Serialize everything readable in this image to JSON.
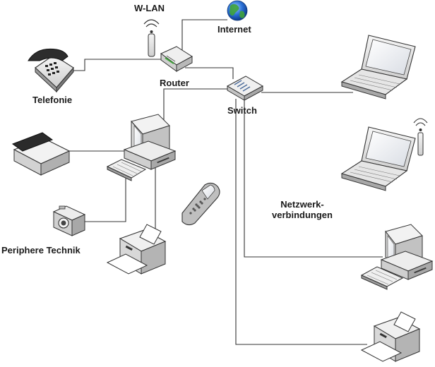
{
  "labels": {
    "wlan": "W-LAN",
    "internet": "Internet",
    "router": "Router",
    "telefonie": "Telefonie",
    "switch": "Switch",
    "netz_line1": "Netzwerk-",
    "netz_line2": "verbindungen",
    "peripherie": "Periphere Technik"
  },
  "colors": {
    "line": "#333333",
    "device_light": "#f2f2f2",
    "device_mid": "#c8c8c8",
    "device_dark": "#3a3a3a",
    "screen": "#ffffff",
    "globe_blue": "#2a6fd6",
    "globe_green": "#3fa23a",
    "switch_blue": "#4a6a9a"
  }
}
